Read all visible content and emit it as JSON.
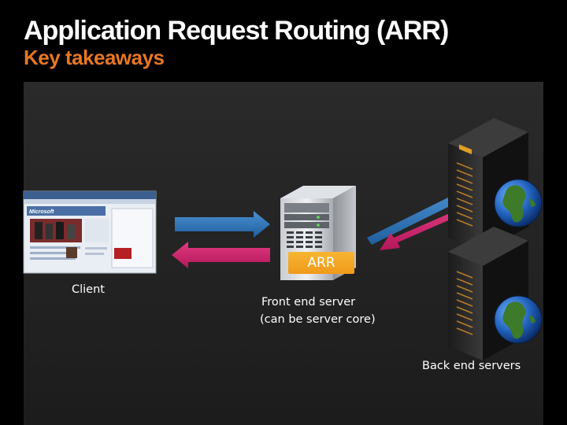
{
  "title": "Application Request Routing (ARR)",
  "subtitle": "Key takeaways",
  "nodes": {
    "client": {
      "label": "Client"
    },
    "front_end": {
      "badge": "ARR",
      "label_line1": "Front end server",
      "label_line2": "(can be server core)"
    },
    "back_end": {
      "label": "Back end servers"
    }
  },
  "colors": {
    "title": "#ffffff",
    "subtitle": "#e87722",
    "request_arrow": "#2e75b6",
    "response_arrow": "#d6246e",
    "arr_badge": "#f4a020"
  },
  "icons": [
    "browser-screenshot",
    "server-tower-icon",
    "rack-server-icon",
    "globe-icon"
  ]
}
